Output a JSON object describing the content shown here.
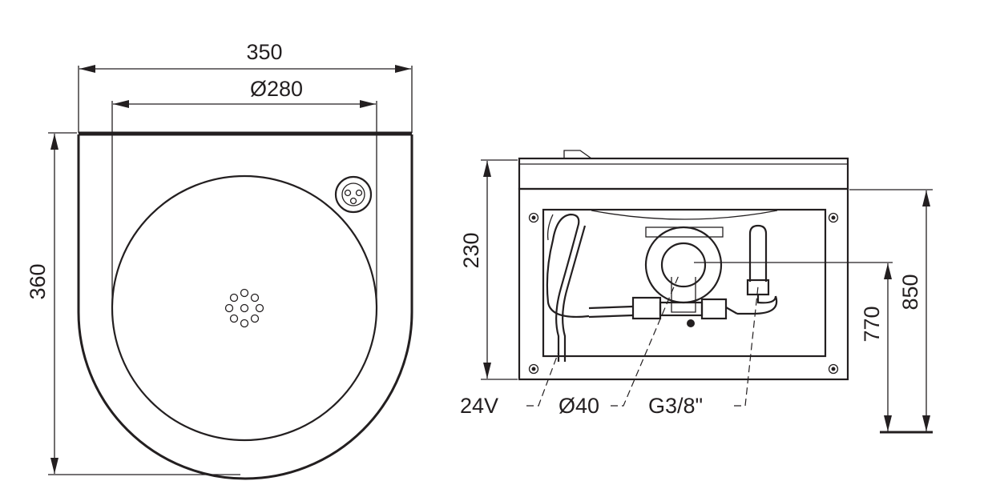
{
  "top_view": {
    "width_dim": "350",
    "bowl_diameter_dim": "Ø280",
    "depth_dim": "360"
  },
  "front_view": {
    "height_dim": "230",
    "voltage_label": "24V",
    "drain_label": "Ø40",
    "thread_label": "G3/8\"",
    "outlet_height_dim": "770",
    "rim_height_dim": "850"
  },
  "colors": {
    "ink": "#231f20",
    "background": "#ffffff"
  }
}
